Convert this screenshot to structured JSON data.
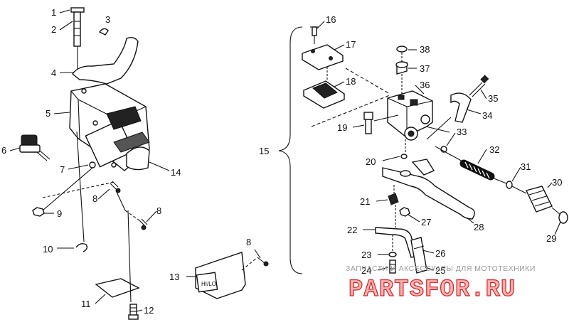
{
  "diagram": {
    "callouts": [
      "1",
      "2",
      "3",
      "4",
      "5",
      "6",
      "7",
      "8",
      "8",
      "8",
      "9",
      "10",
      "11",
      "12",
      "13",
      "14",
      "15",
      "16",
      "17",
      "18",
      "19",
      "20",
      "21",
      "22",
      "23",
      "24",
      "25",
      "26",
      "27",
      "28",
      "29",
      "30",
      "31",
      "32",
      "33",
      "34",
      "35",
      "36",
      "37",
      "38"
    ],
    "switch_label": "HI/LO"
  },
  "watermark": {
    "tagline": "ЗАПЧАСТИ И АКСЕССУАРЫ ДЛЯ МОТОТЕХНИКИ",
    "brand": "PARTSFOR.RU"
  },
  "colors": {
    "ink": "#111111",
    "watermark_red": "#d62222",
    "watermark_gray": "#9a9a9a"
  }
}
